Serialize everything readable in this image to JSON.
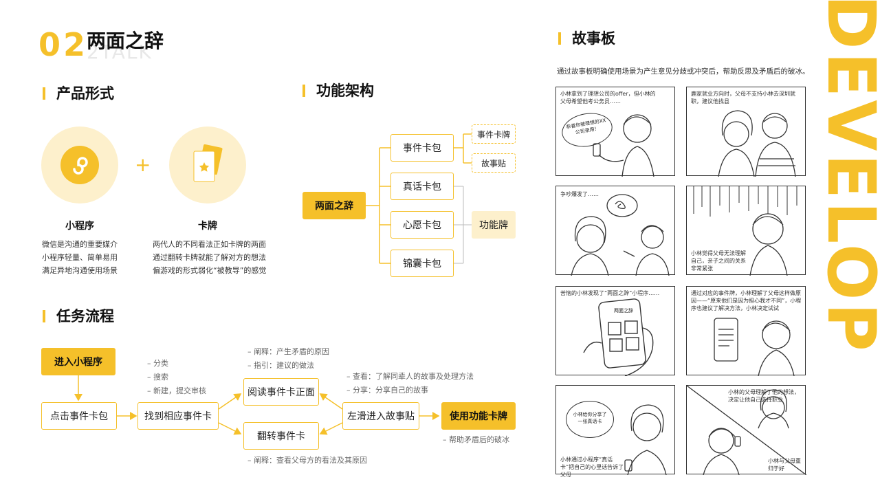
{
  "header": {
    "number": "02",
    "title": "两面之辞",
    "title_en": "2TALK"
  },
  "product_form": {
    "title": "产品形式",
    "plus": "+",
    "items": [
      {
        "name": "小程序",
        "icon": "mini-program-icon",
        "desc": [
          "微信是沟通的重要媒介",
          "小程序轻量、简单易用",
          "满足异地沟通使用场景"
        ]
      },
      {
        "name": "卡牌",
        "icon": "card-icon",
        "desc": [
          "两代人的不同看法正如卡牌的两面",
          "通过翻转卡牌就能了解对方的想法",
          "偏游戏的形式弱化“被教导”的感觉"
        ]
      }
    ]
  },
  "architecture": {
    "title": "功能架构",
    "root": "两面之辞",
    "branches": [
      "事件卡包",
      "真话卡包",
      "心愿卡包",
      "锦囊卡包"
    ],
    "event_sub": [
      "事件卡牌",
      "故事贴"
    ],
    "function_card": "功能牌"
  },
  "task_flow": {
    "title": "任务流程",
    "start": "进入小程序",
    "click_pack": "点击事件卡包",
    "find_card": "找到相应事件卡",
    "read_front": "阅读事件卡正面",
    "flip_card": "翻转事件卡",
    "swipe_story": "左滑进入故事贴",
    "use_function": "使用功能卡牌",
    "notes_find": [
      "– 分类",
      "– 搜索",
      "– 新建，提交审核"
    ],
    "notes_read": [
      "– 阐释：产生矛盾的原因",
      "– 指引：建议的做法"
    ],
    "notes_story": [
      "– 查看：了解同辈人的故事及处理方法",
      "– 分享：分享自己的故事"
    ],
    "notes_flip": [
      "– 阐释：查看父母方的看法及其原因"
    ],
    "notes_use": [
      "– 帮助矛盾后的破冰"
    ]
  },
  "storyboard": {
    "title": "故事板",
    "subtitle": "通过故事板明确使用场景为产生意见分歧或冲突后，帮助反思及矛盾后的破冰。",
    "panels": [
      {
        "caption": "小林拿到了理想公司的offer，但小林的父母希望他考公务员……",
        "bubble": "恭喜你被理想的XX公司录用！"
      },
      {
        "caption": "鹿家就业方向时，父母不支持小林去深圳就职，建议他找县",
        "bubble": ""
      },
      {
        "caption": "争吵爆发了……",
        "bubble": ""
      },
      {
        "caption": "小林觉得父母无法理解自己，亲子之间的关系非常紧张",
        "bubble": ""
      },
      {
        "caption": "苦恼的小林发现了“两面之辞”小程序……",
        "bubble": "两面之辞"
      },
      {
        "caption": "通过对应的事件牌，小林理解了父母这样做原因——“原来他们是因为担心我才不同”，小程序也建议了解决方法，小林决定试试",
        "bubble": ""
      },
      {
        "caption": "小林通过小程序“真话卡”把自己的心里话告诉了父母",
        "bubble": "小林给你分享了一张真话卡"
      },
      {
        "caption": "小林的父母理解了他的想法，决定让他自己选择职业",
        "caption2": "小林与父母重归于好",
        "bubble": ""
      }
    ]
  },
  "side_text": "DEVELOP",
  "colors": {
    "accent": "#f5c02a",
    "accent_soft": "#fdf0cc"
  }
}
